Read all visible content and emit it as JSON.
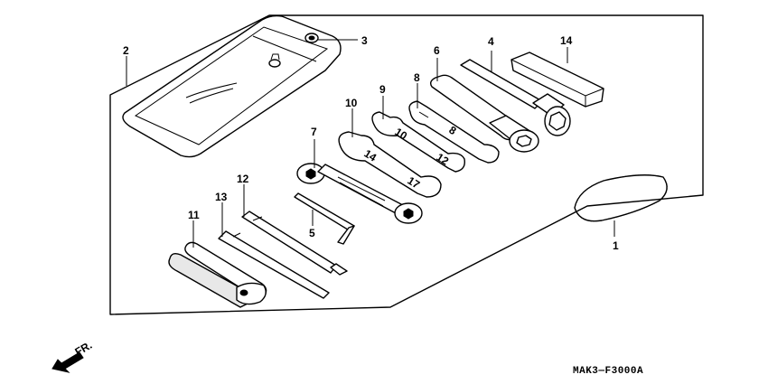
{
  "callouts": {
    "c1": "1",
    "c2": "2",
    "c3": "3",
    "c4": "4",
    "c5": "5",
    "c6": "6",
    "c7": "7",
    "c8": "8",
    "c9": "9",
    "c10": "10",
    "c11": "11",
    "c12": "12",
    "c13": "13",
    "c14": "14"
  },
  "wrench_marks": {
    "w10_a": "14",
    "w10_b": "17",
    "w9_a": "10",
    "w9_b": "12",
    "w8_a": "8"
  },
  "front_label": "FR.",
  "diagram_code": "MAK3—F3000A",
  "icons": [
    "front-direction-arrow-icon"
  ]
}
